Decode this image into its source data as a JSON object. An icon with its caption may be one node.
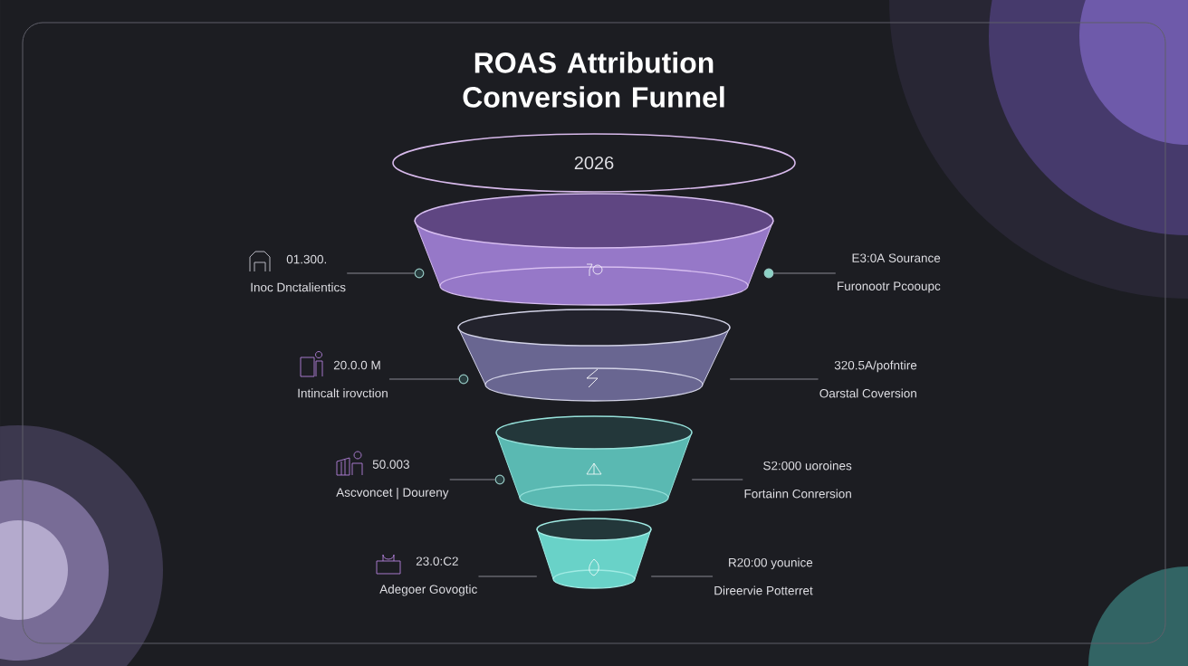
{
  "diagram": {
    "title": "ROAS Attribution Conversion Funnel",
    "nodes": [
      {
        "text": [
          "2026"
        ]
      },
      {
        "text": [],
        "shape": "cone"
      },
      {
        "text": [],
        "shape": "cone"
      },
      {
        "text": [],
        "shape": "cone"
      },
      {
        "text": [],
        "shape": "cone"
      },
      {
        "text": [
          "01.300.",
          "Inoc Dnctalientics"
        ]
      },
      {
        "text": [
          "20.0.0 M",
          "Intincalt irovction"
        ]
      },
      {
        "text": [
          "50.003",
          "Ascvoncet | Doureny"
        ]
      },
      {
        "text": [
          "23.0:C2",
          "Adegoer Govogtic"
        ]
      },
      {
        "text": [
          "E3:0A Sourance",
          "Furonootr Pcooupc"
        ]
      },
      {
        "text": [
          "320.5A/pofntire",
          "Oarstal Coversion"
        ]
      },
      {
        "text": [
          "S2:000 uoroines",
          "Fortainn Conrersion"
        ]
      },
      {
        "text": [
          "R20:00 younice",
          "Direervie Potterret"
        ]
      },
      {
        "text": [],
        "shape": "circle"
      },
      {
        "text": [],
        "shape": "circle"
      },
      {
        "text": [],
        "shape": "circle"
      },
      {
        "text": [],
        "shape": "circle"
      }
    ],
    "edges": [
      {
        "from": 5,
        "to": 13,
        "arrow": "none"
      },
      {
        "from": 6,
        "to": 14,
        "arrow": "none"
      },
      {
        "from": 7,
        "to": 15,
        "arrow": "none"
      },
      {
        "from": 8,
        "to": 4,
        "arrow": "none"
      },
      {
        "from": 9,
        "to": 16,
        "arrow": "none"
      },
      {
        "from": 10,
        "to": 2,
        "arrow": "none"
      },
      {
        "from": 11,
        "to": 3,
        "arrow": "none"
      },
      {
        "from": 12,
        "to": 4,
        "arrow": "none"
      }
    ]
  }
}
